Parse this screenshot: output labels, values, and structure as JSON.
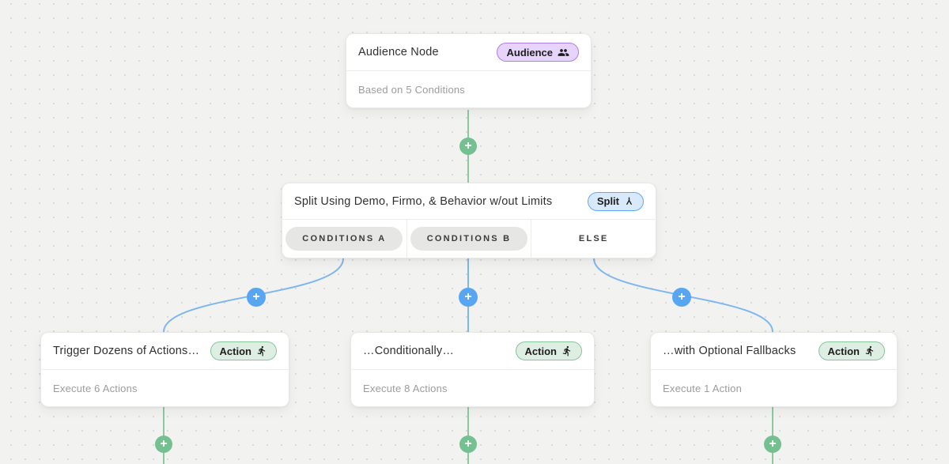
{
  "colors": {
    "canvas_bg": "#f2f2f0",
    "dot": "#d8d8d4",
    "card_bg": "#ffffff",
    "card_border": "#e8e8e6",
    "divider": "#ededeb",
    "title_text": "#303030",
    "subtitle_text": "#9c9c9a",
    "green_connector": "#8cc9a2",
    "green_plus": "#74c091",
    "blue_connector": "#7db6f0",
    "blue_plus": "#58a6f1",
    "purple_badge_bg": "#e7d4fc",
    "purple_badge_border": "#b07cf0",
    "blue_badge_bg": "#d9e9fc",
    "blue_badge_border": "#61a7f1",
    "green_badge_bg": "#dfeee3",
    "green_badge_border": "#86c49c",
    "badge_text": "#1d1d1d",
    "branch_pill_bg": "#e6e6e4",
    "branch_text": "#3a3a3a"
  },
  "nodes": {
    "audience": {
      "title": "Audience Node",
      "badge_label": "Audience",
      "badge_icon": "people-icon",
      "subtitle": "Based on 5 Conditions"
    },
    "split": {
      "title": "Split Using Demo, Firmo, & Behavior w/out Limits",
      "badge_label": "Split",
      "badge_icon": "split-icon",
      "branches": [
        "CONDITIONS A",
        "CONDITIONS B",
        "ELSE"
      ]
    },
    "actions": [
      {
        "title": "Trigger Dozens of Actions…",
        "badge_label": "Action",
        "badge_icon": "run-icon",
        "subtitle": "Execute 6 Actions"
      },
      {
        "title": "…Conditionally…",
        "badge_label": "Action",
        "badge_icon": "run-icon",
        "subtitle": "Execute 8 Actions"
      },
      {
        "title": "…with Optional Fallbacks",
        "badge_label": "Action",
        "badge_icon": "run-icon",
        "subtitle": "Execute 1 Action"
      }
    ]
  },
  "connectors": {
    "add_label": "+"
  }
}
